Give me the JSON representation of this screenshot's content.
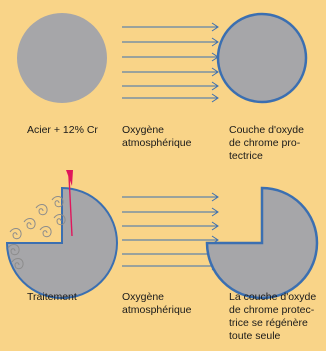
{
  "colors": {
    "background": "#f9d488",
    "disc_fill": "#a6a6a9",
    "ring_stroke": "#3b6fb1",
    "arrow_stroke": "#3b6fb1",
    "shavings_stroke": "#8c8c8c",
    "tool": "#e0165b"
  },
  "top_row": {
    "left_label": "Acier + 12% Cr",
    "middle_label": "Oxygène\natmosphérique",
    "right_label": "Couche d'oxyde\nde chrome pro-\ntectrice"
  },
  "bottom_row": {
    "left_label": "Traitement",
    "middle_label": "Oxygène\natmosphérique",
    "right_label": "La couche d'oxyde\nde chrome protec-\ntrice se régénère\ntoute seule"
  },
  "icons": {
    "tool": "cutting-tool-icon",
    "shavings": "metal-shavings-icon"
  }
}
